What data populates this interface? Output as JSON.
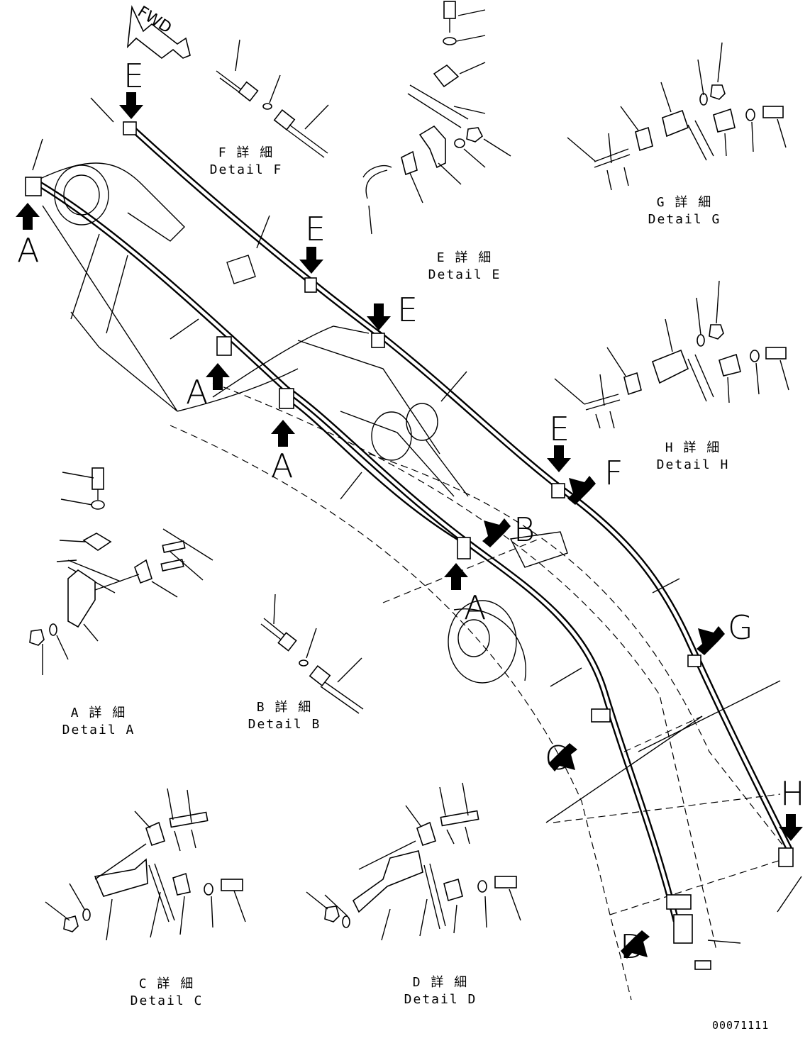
{
  "direction_badge": {
    "text": "FWD",
    "icon": "fwd-arrow-icon"
  },
  "callouts": [
    "E",
    "A",
    "E",
    "E",
    "A",
    "A",
    "E",
    "F",
    "B",
    "A",
    "G",
    "C",
    "H",
    "D"
  ],
  "details": {
    "A": {
      "jp": "A 詳 細",
      "en": "Detail A"
    },
    "B": {
      "jp": "B 詳 細",
      "en": "Detail B"
    },
    "C": {
      "jp": "C 詳 細",
      "en": "Detail C"
    },
    "D": {
      "jp": "D 詳 細",
      "en": "Detail D"
    },
    "E": {
      "jp": "E 詳 細",
      "en": "Detail E"
    },
    "F": {
      "jp": "F 詳 細",
      "en": "Detail F"
    },
    "G": {
      "jp": "G 詳 細",
      "en": "Detail G"
    },
    "H": {
      "jp": "H 詳 細",
      "en": "Detail H"
    }
  },
  "drawing_code": "00071111",
  "icons": [
    "callout-arrow-icon",
    "bolt-icon",
    "washer-icon",
    "nut-icon",
    "clamp-icon",
    "bracket-icon",
    "hose-fitting-icon"
  ]
}
